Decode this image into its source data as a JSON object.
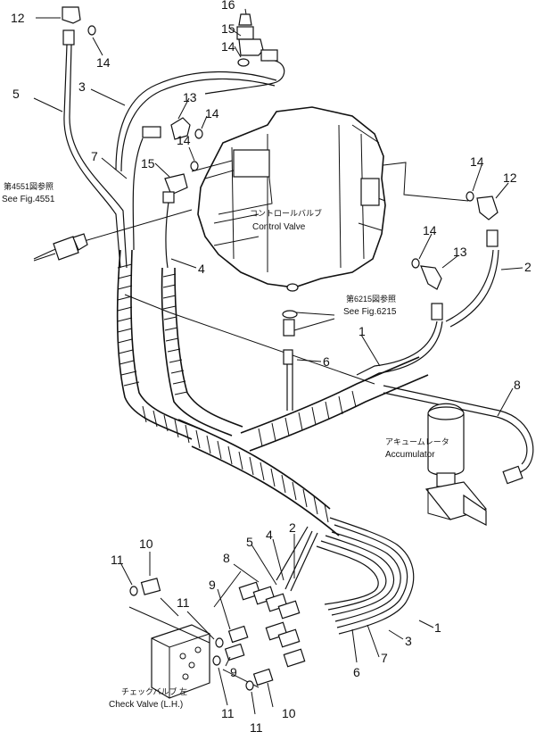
{
  "callouts": {
    "c1": "1",
    "c1b": "1",
    "c2": "2",
    "c2b": "2",
    "c3": "3",
    "c3b": "3",
    "c4": "4",
    "c4b": "4",
    "c5": "5",
    "c5b": "5",
    "c6": "6",
    "c6b": "6",
    "c7": "7",
    "c7b": "7",
    "c8": "8",
    "c8b": "8",
    "c9": "9",
    "c9b": "9",
    "c10": "10",
    "c10b": "10",
    "c11a": "11",
    "c11b": "11",
    "c11c": "11",
    "c11d": "11",
    "c12": "12",
    "c12b": "12",
    "c13": "13",
    "c13b": "13",
    "c14a": "14",
    "c14b": "14",
    "c14c": "14",
    "c14d": "14",
    "c14e": "14",
    "c15": "15",
    "c15b": "15",
    "c16": "16"
  },
  "labels": {
    "ref4551_jp": "第4551図参照",
    "ref4551_en": "See Fig.4551",
    "control_valve_jp": "コントロールバルブ",
    "control_valve_en": "Control Valve",
    "ref6215_jp": "第6215図参照",
    "ref6215_en": "See Fig.6215",
    "accumulator_jp": "アキュームレータ",
    "accumulator_en": "Accumulator",
    "check_valve_jp": "チェックバルブ 左",
    "check_valve_en": "Check Valve (L.H.)"
  }
}
